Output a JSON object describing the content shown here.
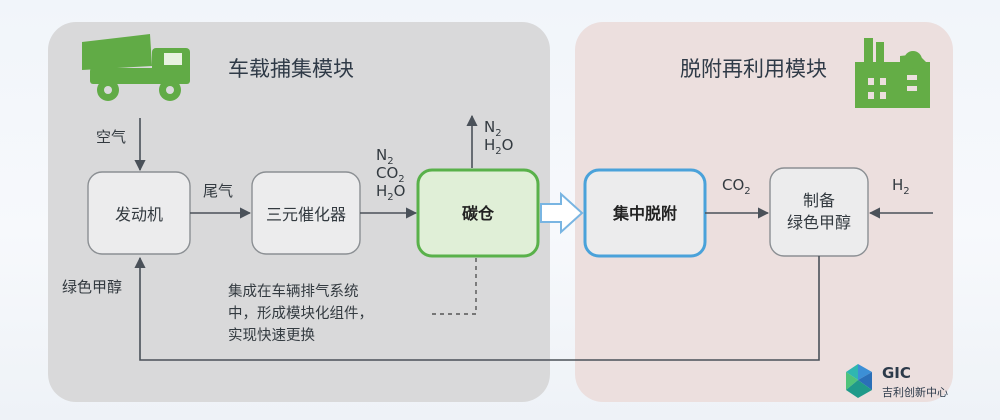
{
  "diagram": {
    "modules": {
      "left_title": "车载捕集模块",
      "right_title": "脱附再利用模块"
    },
    "nodes": {
      "engine": "发动机",
      "catalyst": "三元催化器",
      "carbon_tank": "碳仓",
      "desorption": "集中脱附",
      "methanol_line1": "制备",
      "methanol_line2": "绿色甲醇"
    },
    "labels": {
      "air": "空气",
      "exhaust": "尾气",
      "green_methanol": "绿色甲醇",
      "gas_out": {
        "n": "N",
        "n_sub": "2",
        "h": "H",
        "h_sub": "2",
        "o": "O"
      },
      "gas_mix": {
        "n": "N",
        "n_sub": "2",
        "co": "CO",
        "co_sub": "2",
        "h": "H",
        "h_sub": "2",
        "o": "O"
      },
      "co2": {
        "main": "CO",
        "sub": "2"
      },
      "h2": {
        "main": "H",
        "sub": "2"
      }
    },
    "note_lines": [
      "集成在车辆排气系统",
      "中，形成模块化组件，",
      "实现快速更换"
    ],
    "logo": {
      "name": "GIC",
      "subtitle": "吉利创新中心"
    },
    "colors": {
      "left_panel": "#d9d9da",
      "right_panel": "#ecdfde",
      "carbon_tank_border": "#59b14a",
      "desorption_border": "#4aa2da",
      "icon_green": "#61ab46"
    }
  }
}
